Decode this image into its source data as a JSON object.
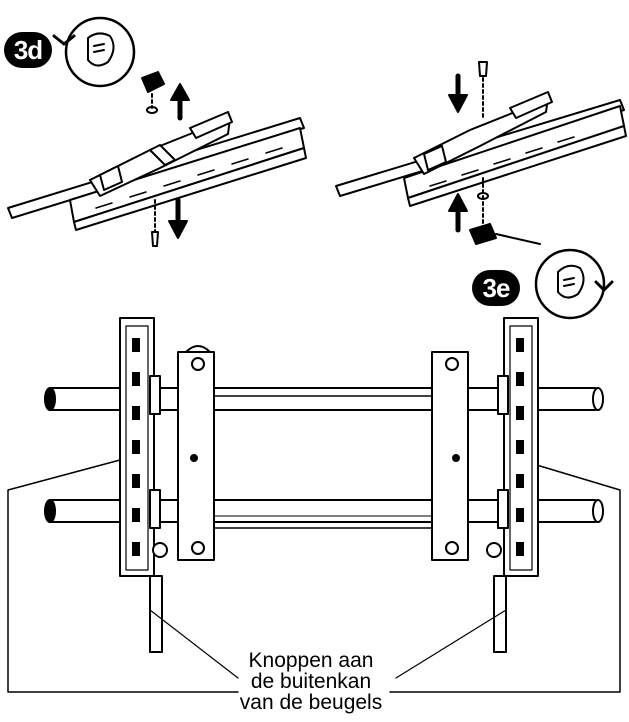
{
  "steps": {
    "left": {
      "label": "3d"
    },
    "right": {
      "label": "3e"
    }
  },
  "caption": {
    "line1": "Knoppen aan",
    "line2": "de buitenkan",
    "line3": "van de beugels"
  },
  "icons": {
    "rotate_ccw": "hand-turn-counterclockwise-icon",
    "rotate_cw": "hand-turn-clockwise-icon",
    "arrow": "arrow-icon"
  }
}
